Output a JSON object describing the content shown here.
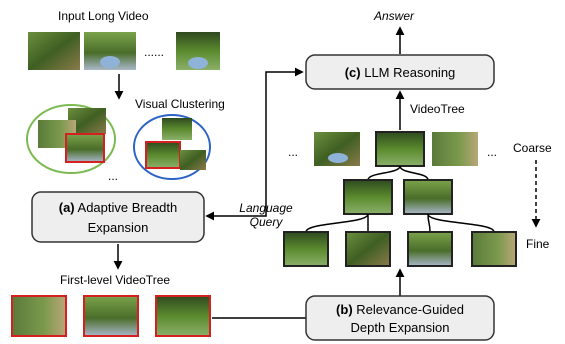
{
  "labels": {
    "input_long_video": "Input Long Video",
    "ellipsis": "......",
    "visual_clustering": "Visual Clustering",
    "dots_vertical": "...",
    "first_level_videotree": "First-level VideoTree",
    "answer": "Answer",
    "videotree": "VideoTree",
    "coarse": "Coarse",
    "fine": "Fine",
    "dots_left": "...",
    "dots_right": "...",
    "language": "Language",
    "query": "Query"
  },
  "boxes": {
    "adaptive_breadth": {
      "tag": "(a)",
      "line1": " Adaptive Breadth",
      "line2": "Expansion"
    },
    "relevance_depth": {
      "tag": "(b)",
      "line1": " Relevance-Guided",
      "line2": "Depth Expansion"
    },
    "llm_reasoning": {
      "tag": "(c)",
      "line1": " LLM Reasoning"
    }
  },
  "colors": {
    "box_fill": "#eeeeee",
    "cluster_green": "#7dbb52",
    "cluster_blue": "#2e63c6",
    "highlight_red": "#d42020",
    "frame_dark": "#222222",
    "foliage": "#4f7a2e",
    "sky_blue": "#8fb2d9"
  }
}
